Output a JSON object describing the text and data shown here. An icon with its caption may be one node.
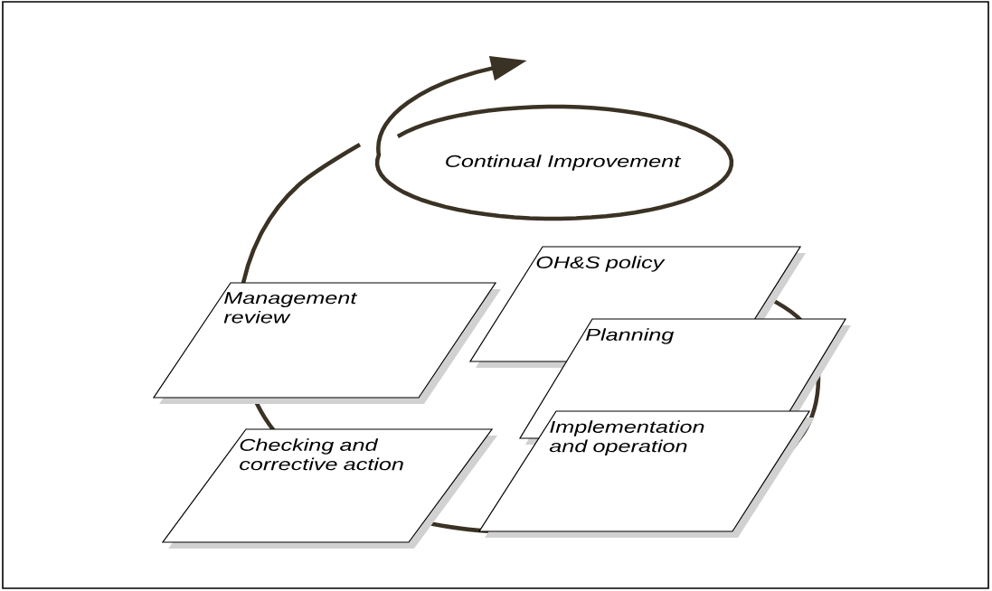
{
  "diagram": {
    "nodes": [
      {
        "text": [
          "Continual Improvement"
        ]
      },
      {
        "text": [
          "OH&S policy"
        ]
      },
      {
        "text": [
          "Planning"
        ]
      },
      {
        "text": [
          "Implementation and operation"
        ]
      },
      {
        "text": [
          "Checking and corrective action"
        ]
      },
      {
        "text": [
          "Management review"
        ]
      }
    ]
  }
}
